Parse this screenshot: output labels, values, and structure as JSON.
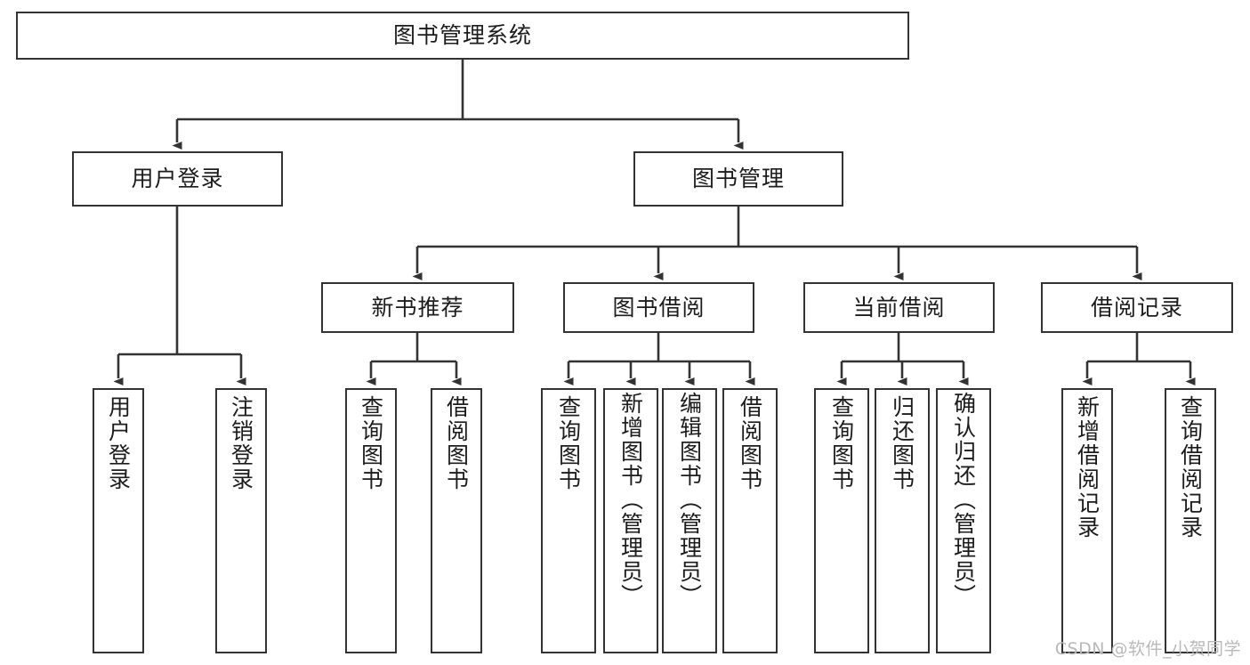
{
  "diagram": {
    "title": "图书管理系统",
    "type": "tree",
    "root": {
      "label": "图书管理系统",
      "orientation": "horizontal"
    },
    "level2": [
      {
        "label": "用户登录",
        "orientation": "horizontal"
      },
      {
        "label": "图书管理",
        "orientation": "horizontal"
      }
    ],
    "level3": [
      {
        "label": "新书推荐",
        "orientation": "horizontal"
      },
      {
        "label": "图书借阅",
        "orientation": "horizontal"
      },
      {
        "label": "当前借阅",
        "orientation": "horizontal"
      },
      {
        "label": "借阅记录",
        "orientation": "horizontal"
      }
    ],
    "leaves": {
      "user_login": [
        {
          "label": "用户登录",
          "orientation": "vertical"
        },
        {
          "label": "注销登录",
          "orientation": "vertical"
        }
      ],
      "new_book_recommend": [
        {
          "label": "查询图书",
          "orientation": "vertical"
        },
        {
          "label": "借阅图书",
          "orientation": "vertical"
        }
      ],
      "book_borrow": [
        {
          "label": "查询图书",
          "orientation": "vertical"
        },
        {
          "label": "新增图书（管理员）",
          "orientation": "vertical"
        },
        {
          "label": "编辑图书（管理员）",
          "orientation": "vertical"
        },
        {
          "label": "借阅图书",
          "orientation": "vertical"
        }
      ],
      "current_borrow": [
        {
          "label": "查询图书",
          "orientation": "vertical"
        },
        {
          "label": "归还图书",
          "orientation": "vertical"
        },
        {
          "label": "确认归还（管理员）",
          "orientation": "vertical"
        }
      ],
      "borrow_record": [
        {
          "label": "新增借阅记录",
          "orientation": "vertical"
        },
        {
          "label": "查询借阅记录",
          "orientation": "vertical"
        }
      ]
    }
  },
  "watermark": {
    "text": "CSDN @软件_小贺同学"
  },
  "colors": {
    "border": "#333333",
    "background": "#ffffff",
    "text": "#1c1c1c",
    "watermark": "#b9b9b9"
  }
}
